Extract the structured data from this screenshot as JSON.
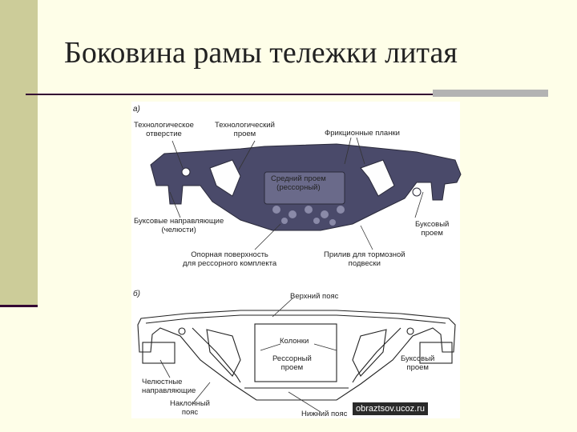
{
  "title": "Боковина рамы тележки литая",
  "panel_a": {
    "label": "а)",
    "labels": {
      "tech_hole": "Технологическое\nотверстие",
      "tech_opening": "Технологический\nпроем",
      "friction_plates": "Фрикционные планки",
      "central_opening": "Средний проем\n(рессорный)",
      "axle_guides": "Буксовые направляющие\n(челюсти)",
      "axle_opening": "Буксовый\nпроем",
      "support_surface": "Опорная поверхность\nдля рессорного комплекта",
      "brake_lug": "Прилив для тормозной\nподвески"
    }
  },
  "panel_b": {
    "label": "б)",
    "labels": {
      "top_chord": "Верхний пояс",
      "columns": "Колонки",
      "spring_opening": "Рессорный\nпроем",
      "axle_opening": "Буксовый\nпроем",
      "jaw_guides": "Челюстные\nнаправляющие",
      "inclined_chord": "Наклонный\nпояс",
      "bottom_chord": "Нижний пояс"
    }
  },
  "watermark": "obraztsov.ucoz.ru",
  "colors": {
    "sidebar": "#cccc99",
    "background": "#fefee8",
    "rule": "#330033",
    "casting": "#4a4a6a"
  }
}
